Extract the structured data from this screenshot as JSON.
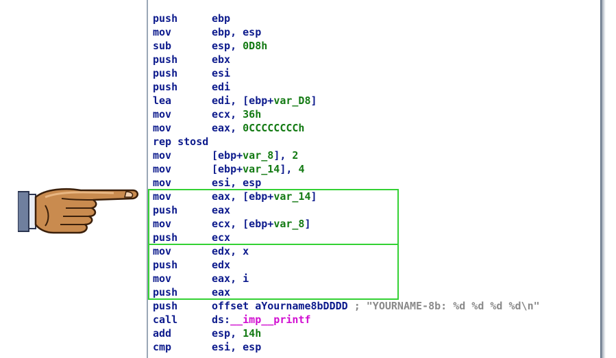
{
  "lines": [
    {
      "mnemonic": "push",
      "operand": [
        {
          "t": "ebp",
          "c": "reg"
        }
      ]
    },
    {
      "mnemonic": "mov",
      "operand": [
        {
          "t": "ebp, esp",
          "c": "reg"
        }
      ]
    },
    {
      "mnemonic": "sub",
      "operand": [
        {
          "t": "esp, ",
          "c": "reg"
        },
        {
          "t": "0D8h",
          "c": "num"
        }
      ]
    },
    {
      "mnemonic": "push",
      "operand": [
        {
          "t": "ebx",
          "c": "reg"
        }
      ]
    },
    {
      "mnemonic": "push",
      "operand": [
        {
          "t": "esi",
          "c": "reg"
        }
      ]
    },
    {
      "mnemonic": "push",
      "operand": [
        {
          "t": "edi",
          "c": "reg"
        }
      ]
    },
    {
      "mnemonic": "lea",
      "operand": [
        {
          "t": "edi, [ebp+",
          "c": "reg"
        },
        {
          "t": "var_D8",
          "c": "var"
        },
        {
          "t": "]",
          "c": "reg"
        }
      ]
    },
    {
      "mnemonic": "mov",
      "operand": [
        {
          "t": "ecx, ",
          "c": "reg"
        },
        {
          "t": "36h",
          "c": "num"
        }
      ]
    },
    {
      "mnemonic": "mov",
      "operand": [
        {
          "t": "eax, ",
          "c": "reg"
        },
        {
          "t": "0CCCCCCCCh",
          "c": "num"
        }
      ]
    },
    {
      "mnemonic": "rep stosd",
      "operand": []
    },
    {
      "mnemonic": "mov",
      "operand": [
        {
          "t": "[ebp+",
          "c": "reg"
        },
        {
          "t": "var_8",
          "c": "var"
        },
        {
          "t": "], ",
          "c": "reg"
        },
        {
          "t": "2",
          "c": "num"
        }
      ]
    },
    {
      "mnemonic": "mov",
      "operand": [
        {
          "t": "[ebp+",
          "c": "reg"
        },
        {
          "t": "var_14",
          "c": "var"
        },
        {
          "t": "], ",
          "c": "reg"
        },
        {
          "t": "4",
          "c": "num"
        }
      ]
    },
    {
      "mnemonic": "mov",
      "operand": [
        {
          "t": "esi, esp",
          "c": "reg"
        }
      ]
    },
    {
      "mnemonic": "mov",
      "operand": [
        {
          "t": "eax, [ebp+",
          "c": "reg"
        },
        {
          "t": "var_14",
          "c": "var"
        },
        {
          "t": "]",
          "c": "reg"
        }
      ]
    },
    {
      "mnemonic": "push",
      "operand": [
        {
          "t": "eax",
          "c": "reg"
        }
      ]
    },
    {
      "mnemonic": "mov",
      "operand": [
        {
          "t": "ecx, [ebp+",
          "c": "reg"
        },
        {
          "t": "var_8",
          "c": "var"
        },
        {
          "t": "]",
          "c": "reg"
        }
      ]
    },
    {
      "mnemonic": "push",
      "operand": [
        {
          "t": "ecx",
          "c": "reg"
        }
      ]
    },
    {
      "mnemonic": "mov",
      "operand": [
        {
          "t": "edx, x",
          "c": "reg"
        }
      ]
    },
    {
      "mnemonic": "push",
      "operand": [
        {
          "t": "edx",
          "c": "reg"
        }
      ]
    },
    {
      "mnemonic": "mov",
      "operand": [
        {
          "t": "eax, i",
          "c": "reg"
        }
      ]
    },
    {
      "mnemonic": "push",
      "operand": [
        {
          "t": "eax",
          "c": "reg"
        }
      ]
    },
    {
      "mnemonic": "push",
      "operand": [
        {
          "t": "offset aYourname8bDDDD",
          "c": "reg"
        },
        {
          "t": " ; \"YOURNAME-8b: %d %d %d %d\\n\"",
          "c": "cmt"
        }
      ]
    },
    {
      "mnemonic": "call",
      "operand": [
        {
          "t": "ds:",
          "c": "reg"
        },
        {
          "t": "__imp__printf",
          "c": "imp"
        }
      ]
    },
    {
      "mnemonic": "add",
      "operand": [
        {
          "t": "esp, ",
          "c": "reg"
        },
        {
          "t": "14h",
          "c": "num"
        }
      ]
    },
    {
      "mnemonic": "cmp",
      "operand": [
        {
          "t": "esi, esp",
          "c": "reg"
        }
      ]
    }
  ],
  "highlight_groups": [
    {
      "first_line": 13,
      "last_line": 16
    },
    {
      "first_line": 17,
      "last_line": 20
    }
  ],
  "colors": {
    "instruction": "#0c1a8c",
    "number": "#137a13",
    "variable": "#137a13",
    "import": "#d10fd1",
    "comment": "#8a8a8a",
    "highlight_box": "#33d133"
  },
  "pointer_icon": "pointing-hand-icon"
}
